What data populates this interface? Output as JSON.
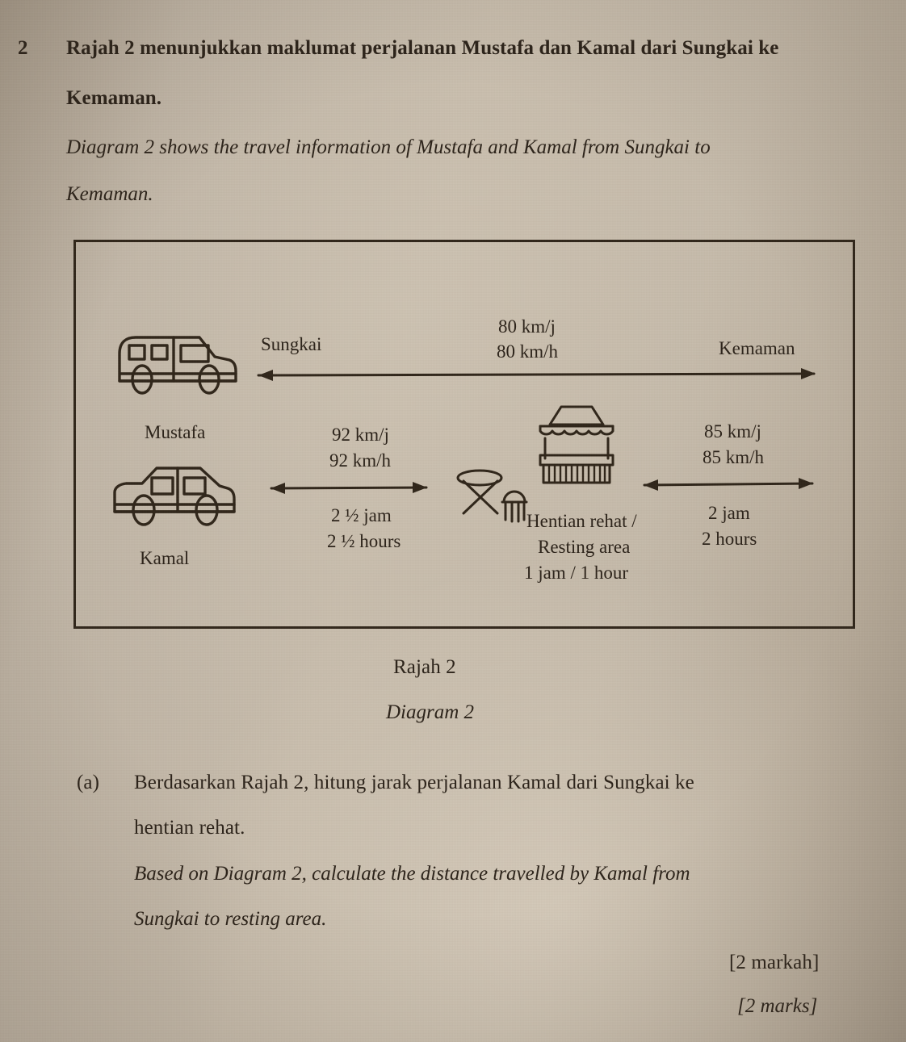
{
  "question": {
    "number": "2",
    "stem_ms_line1": "Rajah 2 menunjukkan maklumat perjalanan Mustafa dan Kamal dari Sungkai ke",
    "stem_ms_line2": "Kemaman.",
    "stem_en_line1": "Diagram 2 shows the travel information of Mustafa and Kamal from Sungkai to",
    "stem_en_line2": "Kemaman."
  },
  "diagram": {
    "caption_ms": "Rajah 2",
    "caption_en": "Diagram 2",
    "origin_label": "Sungkai",
    "destination_label": "Kemaman",
    "mustafa": {
      "name": "Mustafa",
      "vehicle_icon": "van-icon",
      "speed_ms": "80 km/j",
      "speed_en": "80 km/h"
    },
    "kamal": {
      "name": "Kamal",
      "vehicle_icon": "car-icon",
      "leg1_speed_ms": "92 km/j",
      "leg1_speed_en": "92 km/h",
      "leg1_time_ms": "2 ½ jam",
      "leg1_time_en": "2 ½ hours",
      "leg2_speed_ms": "85 km/j",
      "leg2_speed_en": "85 km/h",
      "leg2_time_ms": "2 jam",
      "leg2_time_en": "2 hours"
    },
    "rest_stop": {
      "icon": "hut-icon",
      "secondary_icon": "table-stool-icon",
      "label_ms": "Hentian rehat /",
      "label_en": "Resting area",
      "duration": "1 jam / 1 hour"
    }
  },
  "part_a": {
    "label": "(a)",
    "ms_line1": "Berdasarkan Rajah 2, hitung jarak perjalanan Kamal dari Sungkai ke",
    "ms_line2": "hentian rehat.",
    "en_line1": "Based on Diagram 2, calculate the distance travelled by Kamal from",
    "en_line2": "Sungkai to resting area.",
    "marks_ms": "[2 markah]",
    "marks_en": "[2 marks]"
  },
  "chart_data": {
    "type": "diagram",
    "title": "Rajah 2 / Diagram 2",
    "description": "Journey schematic from Sungkai to Kemaman for two travellers",
    "travellers": [
      {
        "name": "Mustafa",
        "vehicle": "van",
        "legs": [
          {
            "from": "Sungkai",
            "to": "Kemaman",
            "speed_kmh": 80,
            "time_hours": null
          }
        ]
      },
      {
        "name": "Kamal",
        "vehicle": "car",
        "legs": [
          {
            "from": "Sungkai",
            "to": "Hentian rehat",
            "speed_kmh": 92,
            "time_hours": 2.5
          },
          {
            "from": "Hentian rehat",
            "to": "Kemaman",
            "speed_kmh": 85,
            "time_hours": 2
          }
        ],
        "rest_hours": 1
      }
    ]
  }
}
